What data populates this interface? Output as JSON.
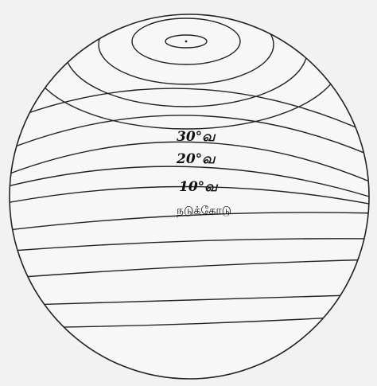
{
  "labels": {
    "lat30": "30°வ",
    "lat20": "20°வ",
    "lat10": "10°வ",
    "equator": "நடுக்கோடு"
  },
  "colors": {
    "background": "#f2f2f2",
    "globe": "#f7f7f7",
    "line": "#222222"
  }
}
